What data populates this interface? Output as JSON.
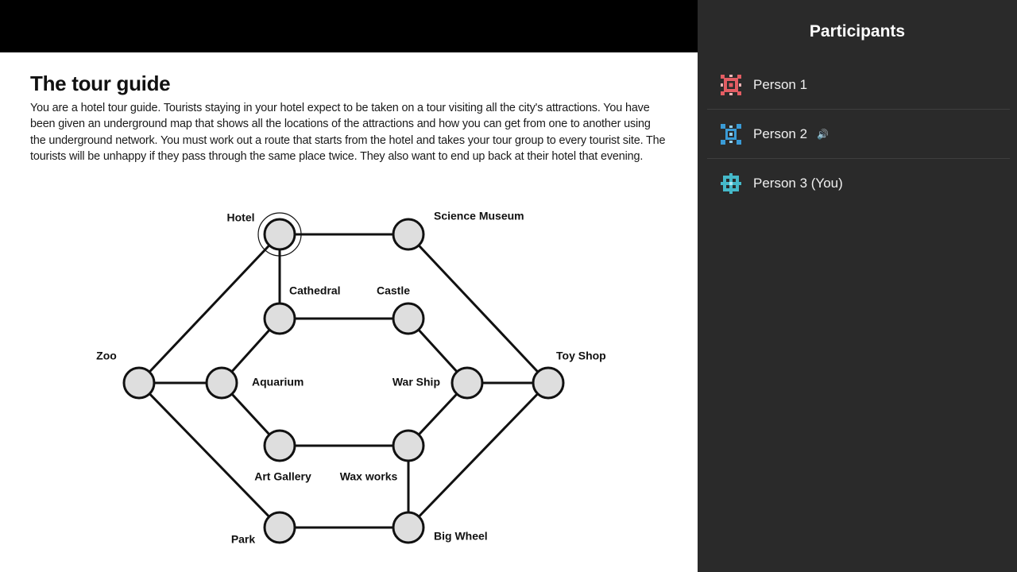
{
  "document": {
    "title": "The tour guide",
    "body": "You are a hotel tour guide. Tourists staying in your hotel expect to be taken on a tour visiting all the city's attractions. You have been given an underground map that shows all the locations of the attractions and how you can get from one to another using the underground network. You must work out a route that starts from the hotel and takes your tour group to every tourist site. The tourists will be unhappy if they pass through the same place twice. They also want to end up back at their hotel that evening."
  },
  "map": {
    "stations": [
      {
        "id": "hotel",
        "label": "Hotel",
        "start": true
      },
      {
        "id": "science_museum",
        "label": "Science Museum"
      },
      {
        "id": "cathedral",
        "label": "Cathedral"
      },
      {
        "id": "castle",
        "label": "Castle"
      },
      {
        "id": "zoo",
        "label": "Zoo"
      },
      {
        "id": "aquarium",
        "label": "Aquarium"
      },
      {
        "id": "war_ship",
        "label": "War Ship"
      },
      {
        "id": "toy_shop",
        "label": "Toy Shop"
      },
      {
        "id": "art_gallery",
        "label": "Art Gallery"
      },
      {
        "id": "wax_works",
        "label": "Wax works"
      },
      {
        "id": "park",
        "label": "Park"
      },
      {
        "id": "big_wheel",
        "label": "Big Wheel"
      }
    ],
    "connections": [
      [
        "hotel",
        "science_museum"
      ],
      [
        "hotel",
        "cathedral"
      ],
      [
        "hotel",
        "zoo"
      ],
      [
        "science_museum",
        "toy_shop"
      ],
      [
        "cathedral",
        "castle"
      ],
      [
        "cathedral",
        "aquarium"
      ],
      [
        "castle",
        "war_ship"
      ],
      [
        "zoo",
        "aquarium"
      ],
      [
        "zoo",
        "park"
      ],
      [
        "aquarium",
        "art_gallery"
      ],
      [
        "war_ship",
        "toy_shop"
      ],
      [
        "war_ship",
        "wax_works"
      ],
      [
        "toy_shop",
        "big_wheel"
      ],
      [
        "art_gallery",
        "wax_works"
      ],
      [
        "wax_works",
        "big_wheel"
      ],
      [
        "park",
        "big_wheel"
      ]
    ]
  },
  "participants_panel": {
    "title": "Participants",
    "participants": [
      {
        "name": "Person 1",
        "avatar_icon": "red-pattern-avatar-icon",
        "avatar_color": "#e35d63",
        "speaking": false
      },
      {
        "name": "Person 2",
        "avatar_icon": "blue-pattern-avatar-icon",
        "avatar_color": "#3a9bd6",
        "speaking": true,
        "speaker_icon": "🔊"
      },
      {
        "name": "Person 3 (You)",
        "avatar_icon": "teal-pattern-avatar-icon",
        "avatar_color": "#45b9c9",
        "speaking": false
      }
    ]
  },
  "colors": {
    "panel_background": "#2a2a2a",
    "top_bar": "#000000",
    "station_fill": "#dedede"
  }
}
